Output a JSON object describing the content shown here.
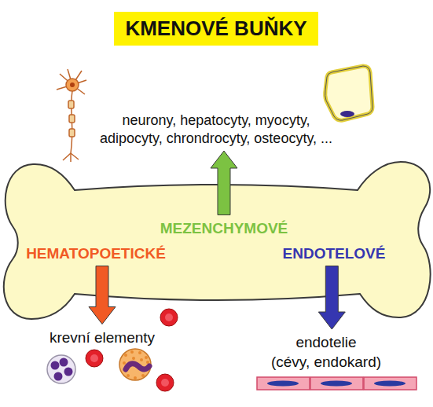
{
  "diagram": {
    "title": "KMENOVÉ BUŇKY",
    "nodes": [
      {
        "text": [
          "neurony, hepatocyty, myocyty, adipocyty, chrondrocyty, osteocyty, ..."
        ]
      },
      {
        "text": [
          "MEZENCHYMOVÉ"
        ]
      },
      {
        "text": [
          "HEMATOPOETICKÉ"
        ]
      },
      {
        "text": [
          "ENDOTELOVÉ"
        ]
      },
      {
        "text": [
          "krevní elementy"
        ]
      },
      {
        "text": [
          "endotelie (cévy, endokard)"
        ]
      }
    ],
    "edges": [
      {
        "from": 1,
        "to": 0,
        "arrow": "to"
      },
      {
        "from": 2,
        "to": 4,
        "arrow": "to"
      },
      {
        "from": 3,
        "to": 5,
        "arrow": "to"
      }
    ]
  }
}
